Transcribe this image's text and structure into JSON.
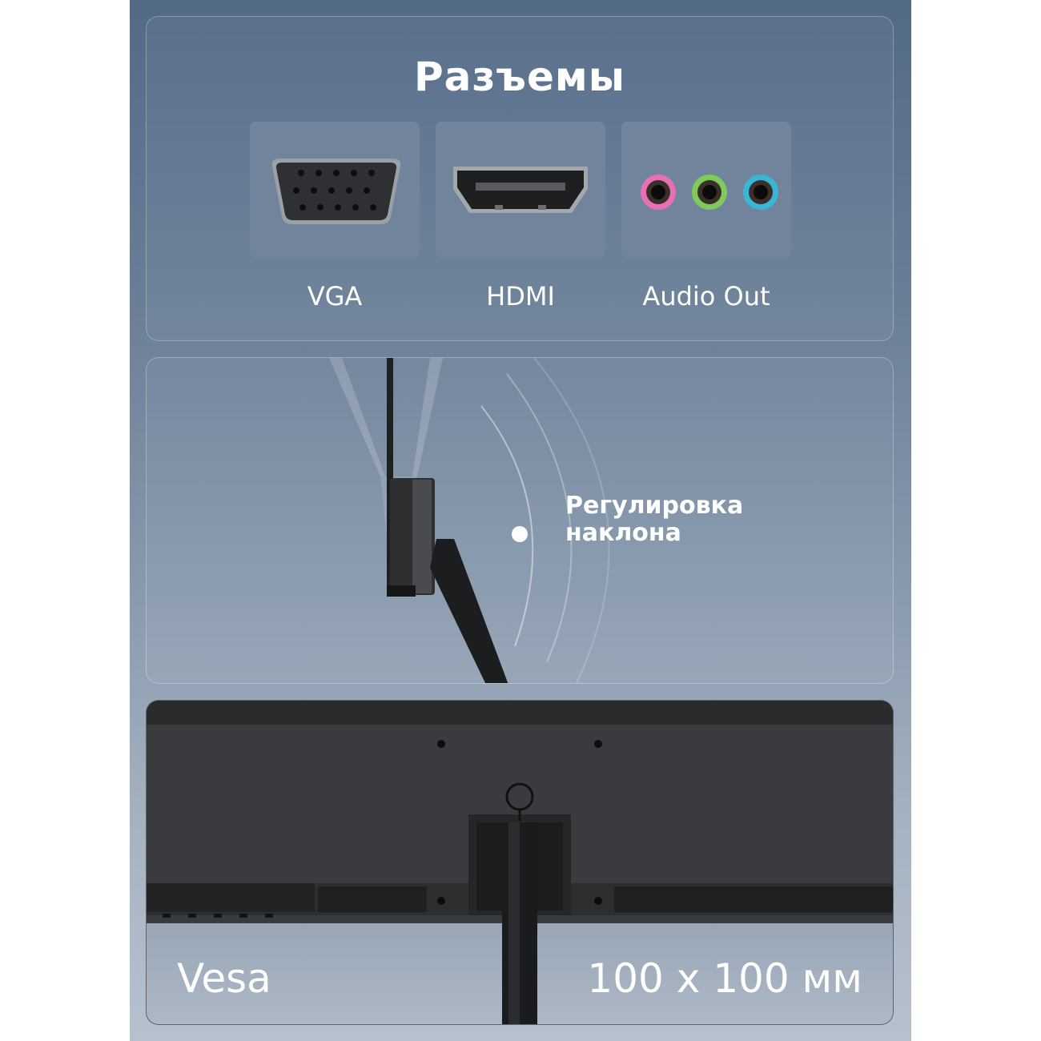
{
  "ports_section": {
    "title": "Разъемы",
    "ports": [
      {
        "label": "VGA",
        "icon": "vga-port-icon"
      },
      {
        "label": "HDMI",
        "icon": "hdmi-port-icon"
      },
      {
        "label": "Audio Out",
        "icon": "audio-jacks-icon"
      }
    ],
    "audio_jack_colors": [
      "#e86fb4",
      "#7ecb59",
      "#39b6d6"
    ]
  },
  "tilt_section": {
    "label_line1": "Регулировка",
    "label_line2": "наклона",
    "icon": "monitor-tilt-icon"
  },
  "vesa_section": {
    "label": "Vesa",
    "value": "100 x 100 мм",
    "icon": "monitor-back-vesa-icon"
  },
  "colors": {
    "text": "#ffffff",
    "background_top": "#536a87",
    "background_bottom": "#b6c1ce",
    "device": "#2b2c2e"
  }
}
